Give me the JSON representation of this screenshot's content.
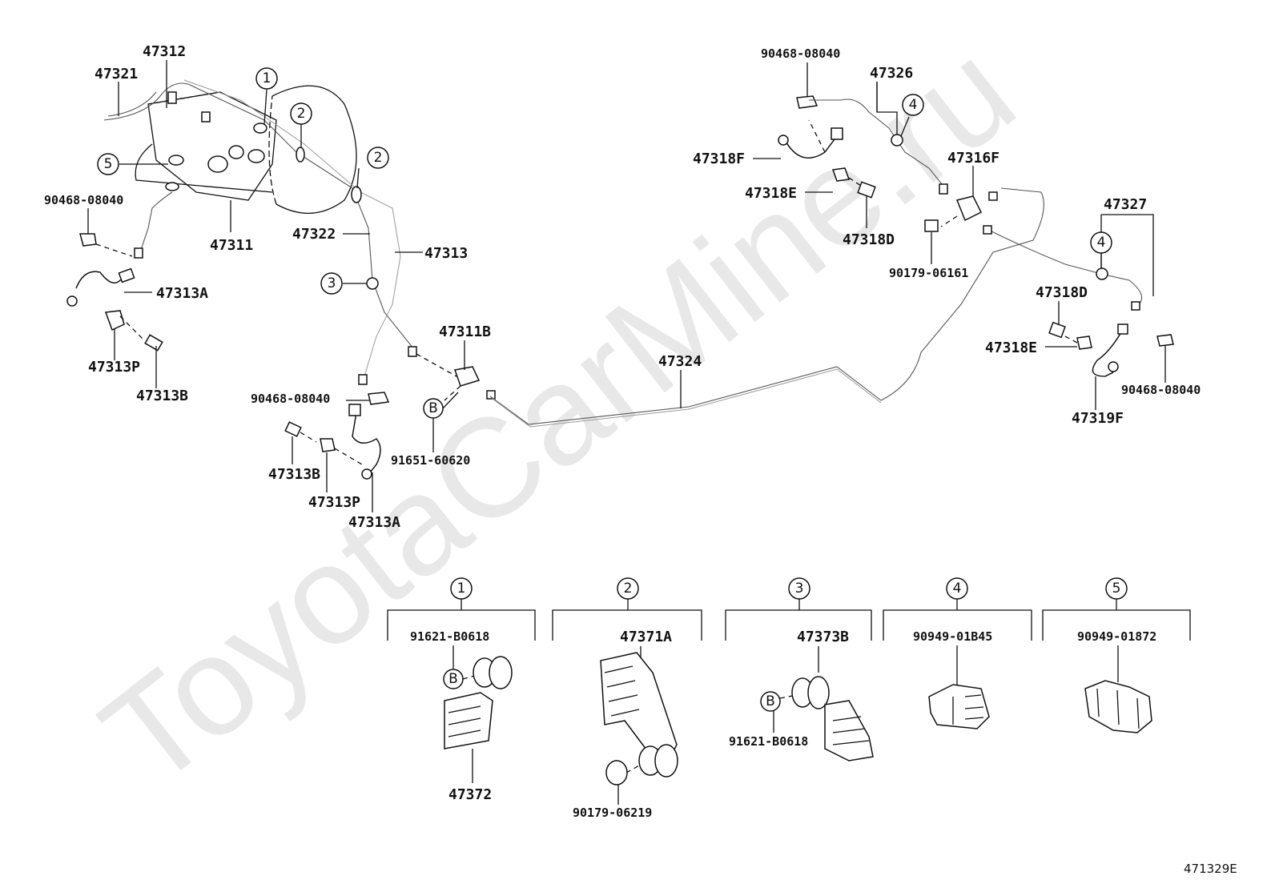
{
  "watermark": "ToyotaCarMine.ru",
  "figure_code": "471329E",
  "labels": {
    "p47312": "47312",
    "p47321": "47321",
    "p90468_08040_left": "90468-08040",
    "p47311": "47311",
    "p47322": "47322",
    "p47313": "47313",
    "p47313A_left": "47313A",
    "p47313P_left": "47313P",
    "p47313B_left": "47313B",
    "p47311B": "47311B",
    "p90468_08040_mid": "90468-08040",
    "p91651_60620": "91651-60620",
    "p47313B_mid": "47313B",
    "p47313P_mid": "47313P",
    "p47313A_mid": "47313A",
    "p47324": "47324",
    "p90468_08040_top": "90468-08040",
    "p47326": "47326",
    "p47318F": "47318F",
    "p47318E_top": "47318E",
    "p47318D_top": "47318D",
    "p47316F": "47316F",
    "p90179_06161": "90179-06161",
    "p47327": "47327",
    "p47318D_right": "47318D",
    "p47318E_right": "47318E",
    "p47319F": "47319F",
    "p90468_08040_right": "90468-08040"
  },
  "callouts": {
    "c1": "1",
    "c2": "2",
    "c3": "3",
    "c4": "4",
    "c5": "5",
    "cB": "B"
  },
  "detail_groups": [
    {
      "number": "1",
      "part_top": "91621-B0618",
      "part_bottom": "47372",
      "ref": "B"
    },
    {
      "number": "2",
      "part_top": "47371A",
      "part_bottom": "90179-06219"
    },
    {
      "number": "3",
      "part_top": "47373B",
      "part_bottom": "91621-B0618",
      "ref": "B"
    },
    {
      "number": "4",
      "part_top": "90949-01B45"
    },
    {
      "number": "5",
      "part_top": "90949-01872"
    }
  ]
}
